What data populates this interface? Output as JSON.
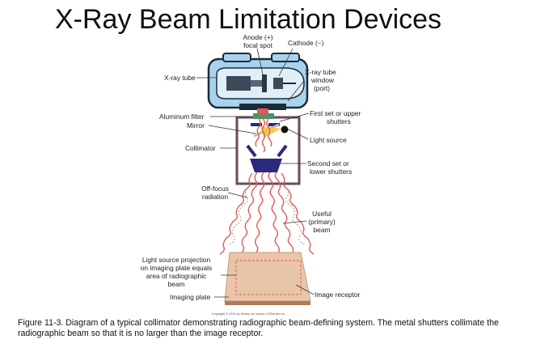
{
  "title": "X-Ray Beam Limitation Devices",
  "labels": {
    "anode_line1": "Anode (+)",
    "anode_line2": "focal spot",
    "cathode": "Cathode (−)",
    "xray_tube": "X-ray tube",
    "window_line1": "X-ray tube",
    "window_line2": "window",
    "window_line3": "(port)",
    "aluminum_filter": "Aluminum filter",
    "mirror": "Mirror",
    "first_shutters_line1": "First set or upper",
    "first_shutters_line2": "shutters",
    "light_source": "Light source",
    "collimator": "Collimator",
    "second_shutters_line1": "Second set or",
    "second_shutters_line2": "lower shutters",
    "off_focus_line1": "Off-focus",
    "off_focus_line2": "radiation",
    "useful_line1": "Useful",
    "useful_line2": "(primary)",
    "useful_line3": "beam",
    "projection_line1": "Light source projection",
    "projection_line2": "on imaging plate equals",
    "projection_line3": "area of radiographic",
    "projection_line4": "beam",
    "imaging_plate": "Imaging plate",
    "image_receptor": "Image receptor"
  },
  "copyright": "Copyright © 2016 by Mosby, an imprint of Elsevier Inc.",
  "caption": "Figure 11-3. Diagram of a typical collimator demonstrating radiographic beam-defining system. The metal shutters collimate the radiographic beam so that it is no larger than the image receptor.",
  "colors": {
    "tube_housing": "#a9d3ec",
    "tube_dark": "#1c2b3a",
    "collimator_frame": "#6b4a5a",
    "shutters": "#2c2a7a",
    "filter": "#3a9a6a",
    "beam": "#e05a5a",
    "off_focus": "#999999",
    "plate": "#e8c6a8"
  }
}
